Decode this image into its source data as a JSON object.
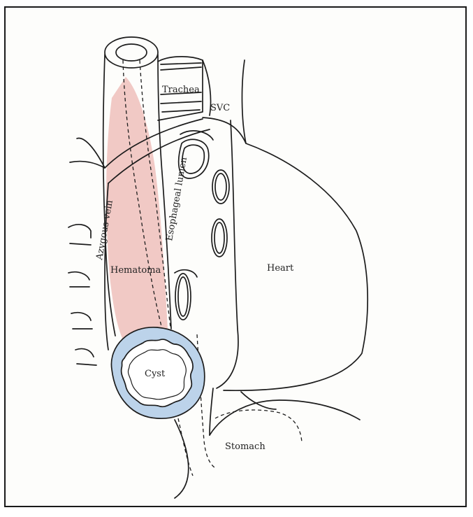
{
  "labels": {
    "trachea": "Trachea",
    "svc": "SVC",
    "esophageal_lumen": "Esophageal lumen",
    "azygous_vein": "Azygous vein",
    "hematoma": "Hematoma",
    "heart": "Heart",
    "cyst": "Cyst",
    "stomach": "Stomach"
  },
  "colors": {
    "hematoma_fill": "#f1c9c5",
    "cyst_fill": "#bcd3ea",
    "line": "#1c1c1c"
  }
}
